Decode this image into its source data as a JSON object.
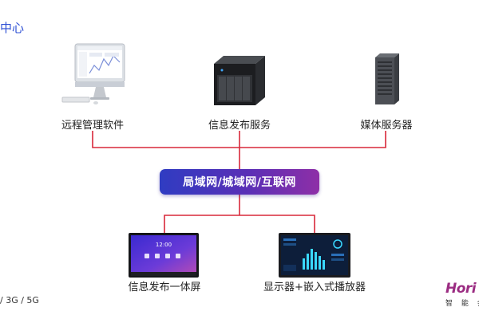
{
  "header": {
    "title": "中心"
  },
  "top_nodes": [
    {
      "label": "远程管理软件",
      "icon": "desktop-computer-icon"
    },
    {
      "label": "信息发布服务",
      "icon": "nas-server-icon"
    },
    {
      "label": "媒体服务器",
      "icon": "tower-server-icon"
    }
  ],
  "network": {
    "label": "局域网/城域网/互联网"
  },
  "bottom_nodes": [
    {
      "label": "信息发布一体屏",
      "icon": "interactive-display-icon"
    },
    {
      "label": "显示器+嵌入式播放器",
      "icon": "dashboard-monitor-icon"
    }
  ],
  "screen": {
    "clock": "12:00"
  },
  "footer": {
    "text": "/ 3G / 5G"
  },
  "logo": {
    "text": "Hori",
    "sub": "智 能 会"
  },
  "colors": {
    "connector": "#d8283a",
    "network_start": "#2f3cc2",
    "network_end": "#8e2fa7",
    "title": "#2d4fd4"
  }
}
